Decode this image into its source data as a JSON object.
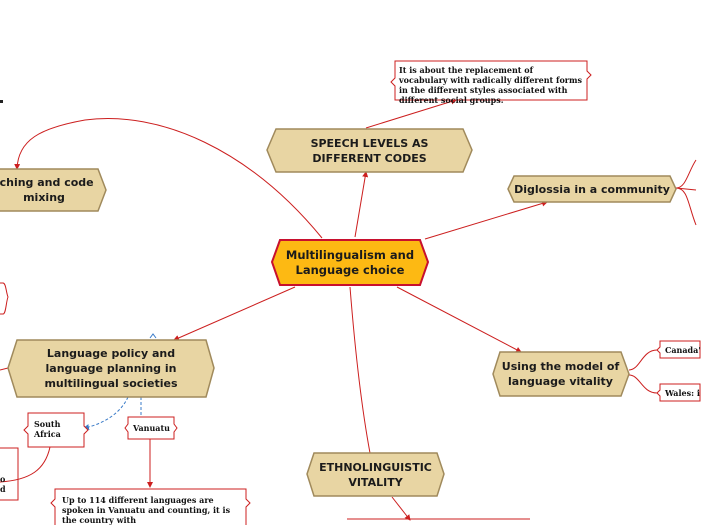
{
  "central": {
    "label": "Multilingualism and Language choice"
  },
  "topics": {
    "speech_levels": "SPEECH LEVELS AS DIFFERENT CODES",
    "diglossia": "Diglossia in a community",
    "code_switching": "tching and code mixing",
    "language_policy": "Language policy and language planning in multilingual societies",
    "vitality_model": "Using the model of language vitality",
    "ethnolinguistic": "ETHNOLINGUISTIC VITALITY"
  },
  "notes": {
    "speech_levels_note": "It is about the replacement of vocabulary with radically different forms in the different styles associated with different social groups.",
    "south_africa": "South Africa",
    "vanuatu": "Vanuatu",
    "vanuatu_note": "Up to 114 different languages are spoken in Vanuatu and counting, it is the country with",
    "canada": "Canada'",
    "wales": "Wales: i",
    "left_partial_top": "o",
    "left_partial_bottom": "d"
  },
  "colors": {
    "central_fill": "#fdb913",
    "central_border": "#c8102e",
    "topic_fill": "#e8d5a3",
    "topic_border": "#a08a5c",
    "connector": "#cc1f1f",
    "dashed": "#3a7bc8"
  }
}
